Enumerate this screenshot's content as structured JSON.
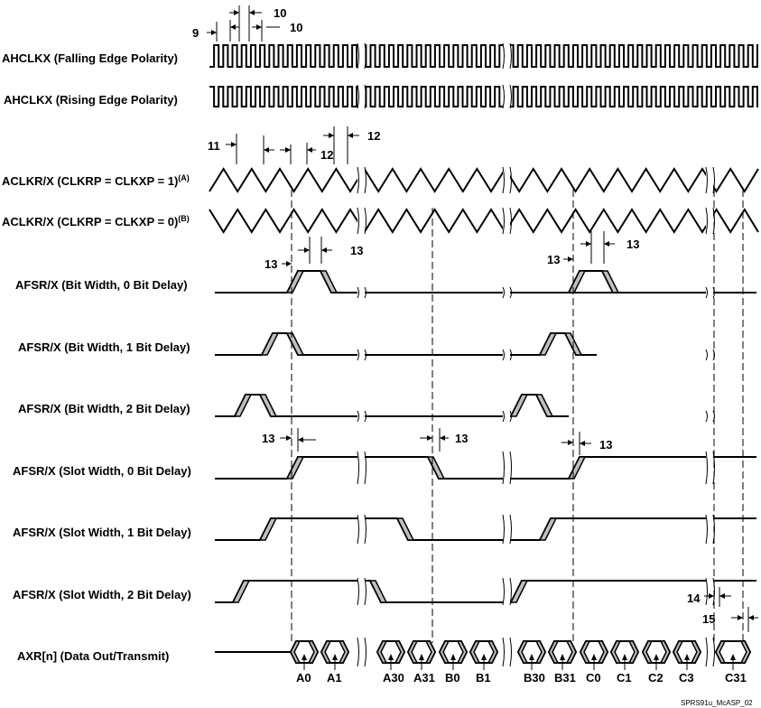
{
  "signals": {
    "ahclkx_falling": "AHCLKX (Falling Edge Polarity)",
    "ahclkx_rising": "AHCLKX (Rising Edge Polarity)",
    "aclkr_a": "ACLKR/X (CLKRP = CLKXP = 1)",
    "aclkr_a_sup": "(A)",
    "aclkr_b": "ACLKR/X (CLKRP = CLKXP = 0)",
    "aclkr_b_sup": "(B)",
    "afsr_bit0": "AFSR/X  (Bit Width, 0 Bit Delay)",
    "afsr_bit1": "AFSR/X (Bit Width, 1 Bit Delay)",
    "afsr_bit2": "AFSR/X (Bit Width, 2 Bit Delay)",
    "afsr_slot0": "AFSR/X (Slot Width, 0 Bit Delay)",
    "afsr_slot1": "AFSR/X (Slot Width, 1 Bit Delay)",
    "afsr_slot2": "AFSR/X (Slot Width, 2 Bit Delay)",
    "axr": "AXR[n] (Data Out/Transmit)"
  },
  "timing_labels": {
    "t9": "9",
    "t10a": "10",
    "t10b": "10",
    "t11": "11",
    "t12a": "12",
    "t12b": "12",
    "t13_bit_left": "13",
    "t13_bit_left2": "13",
    "t13_bit_right": "13",
    "t13_bit_right2": "13",
    "t13_slot_a": "13",
    "t13_slot_b": "13",
    "t13_slot_c": "13",
    "t14": "14",
    "t15": "15"
  },
  "data_bits": [
    "A0",
    "A1",
    "A30",
    "A31",
    "B0",
    "B1",
    "B30",
    "B31",
    "C0",
    "C1",
    "C2",
    "C3",
    "C31"
  ],
  "figure_id": "SPRS91u_McASP_02"
}
